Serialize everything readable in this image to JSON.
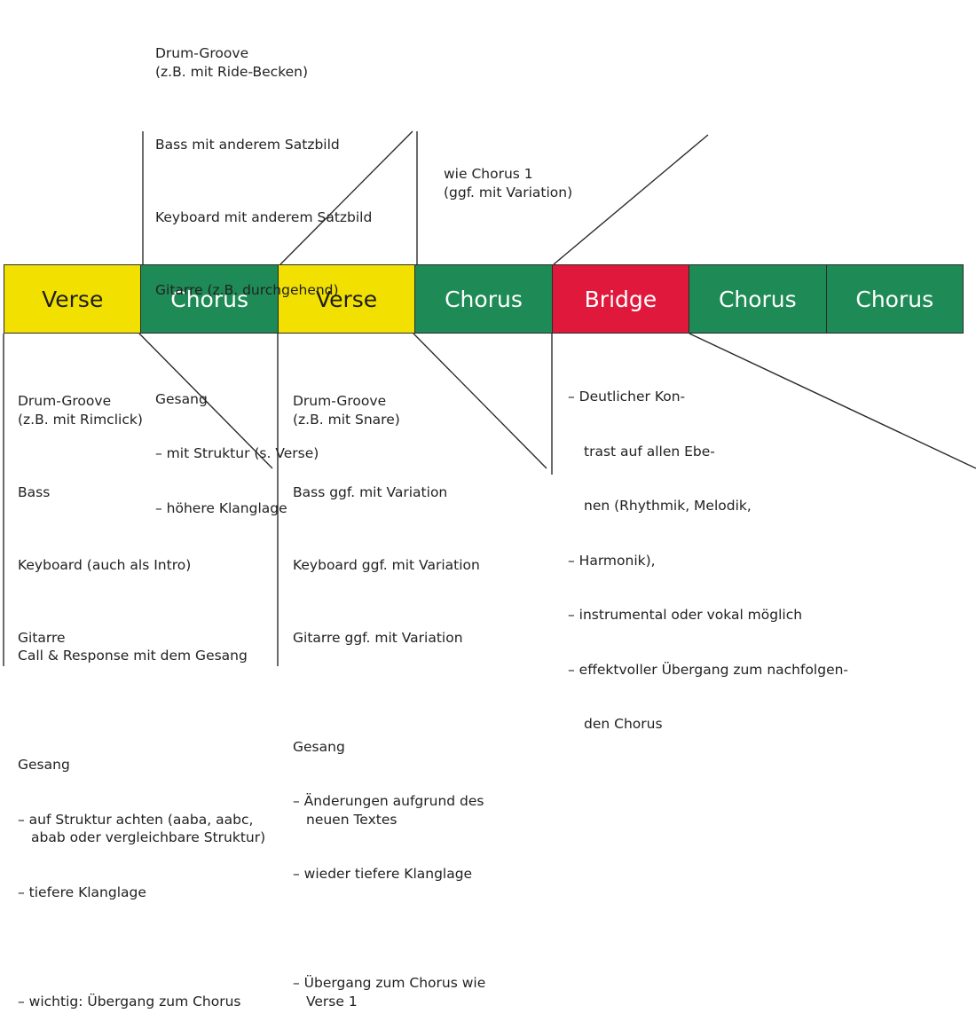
{
  "sections": [
    {
      "label": "Verse",
      "kind": "verse"
    },
    {
      "label": "Chorus",
      "kind": "chorus"
    },
    {
      "label": "Verse",
      "kind": "verse"
    },
    {
      "label": "Chorus",
      "kind": "chorus"
    },
    {
      "label": "Bridge",
      "kind": "bridge"
    },
    {
      "label": "Chorus",
      "kind": "chorus"
    },
    {
      "label": "Chorus",
      "kind": "chorus"
    }
  ],
  "colors": {
    "verse": "#f2e000",
    "chorus": "#1e8a55",
    "bridge": "#e0183c"
  },
  "verse1_notes": [
    "Drum-Groove\n(z.B. mit Rimclick)",
    "Bass",
    "Keyboard (auch als Intro)",
    "Gitarre\nCall & Response mit dem Gesang",
    "Gesang",
    "– auf Struktur achten (aaba, aabc, abab oder vergleichbare Struktur)",
    "– tiefere Klanglage",
    "– wichtig: Übergang zum Chorus"
  ],
  "chorus1_notes": [
    "Drum-Groove\n(z.B. mit Ride-Becken)",
    "Bass mit anderem Satzbild",
    "Keyboard mit anderem Satzbild",
    "Gitarre (z.B. durchgehend)",
    "Gesang",
    "– mit Struktur (s. Verse)",
    "– höhere Klanglage"
  ],
  "verse2_notes": [
    "Drum-Groove\n(z.B. mit Snare)",
    "Bass ggf. mit Variation",
    "Keyboard ggf. mit Variation",
    "Gitarre ggf. mit Variation",
    "Gesang",
    "– Änderungen aufgrund des neuen Textes",
    "– wieder tiefere Klanglage",
    "– Übergang zum Chorus wie Verse 1"
  ],
  "chorus2_notes": "wie Chorus 1\n(ggf. mit Variation)",
  "bridge_notes": [
    "– Deutlicher Kon-",
    "trast auf allen Ebe-",
    "nen (Rhythmik, Melodik,",
    "– Harmonik),",
    "– instrumental oder vokal möglich",
    "– effektvoller Übergang zum nachfolgen-",
    "den Chorus"
  ]
}
